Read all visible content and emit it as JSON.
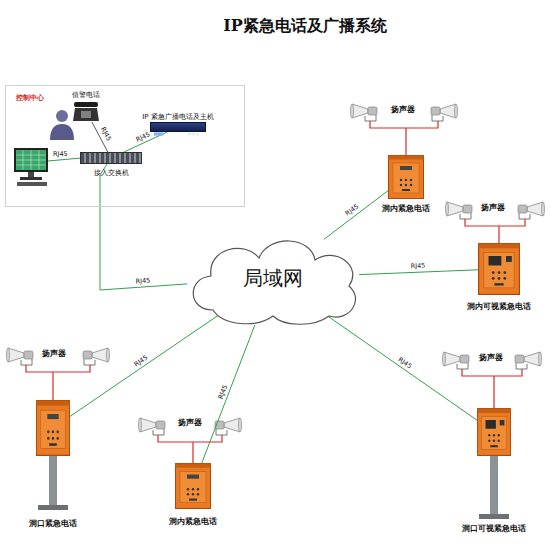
{
  "diagram": {
    "title": "IP紧急电话及广播系统",
    "nodes": [
      {
        "text": [
          "控制中心"
        ]
      },
      {
        "text": [
          "值警电话"
        ],
        "in": 0
      },
      {
        "text": [
          "IP 紧急广播电话及主机"
        ],
        "in": 0
      },
      {
        "text": [
          "接入交换机"
        ],
        "in": 0
      },
      {
        "text": [
          "局域网"
        ]
      },
      {
        "text": [
          "洞内紧急电话"
        ]
      },
      {
        "text": [
          "洞内可视紧急电话"
        ]
      },
      {
        "text": [
          "洞口紧急电话"
        ]
      },
      {
        "text": [
          "洞内紧急电话"
        ]
      },
      {
        "text": [
          "洞口可视紧急电话"
        ]
      }
    ],
    "edges": [
      {
        "from": 1,
        "to": 3,
        "label": "RJ45",
        "arrow": "none"
      },
      {
        "from": 2,
        "to": 3,
        "label": "RJ45",
        "arrow": "none"
      },
      {
        "from": 3,
        "to": 4,
        "label": "RJ45",
        "arrow": "none"
      },
      {
        "from": 4,
        "to": 5,
        "label": "RJ45",
        "arrow": "none"
      },
      {
        "from": 4,
        "to": 6,
        "label": "RJ45",
        "arrow": "none"
      },
      {
        "from": 4,
        "to": 7,
        "label": "RJ45",
        "arrow": "none"
      },
      {
        "from": 4,
        "to": 8,
        "label": "RJ45",
        "arrow": "none"
      },
      {
        "from": 4,
        "to": 9,
        "label": "RJ45",
        "arrow": "none"
      }
    ],
    "labels": [
      "扬声器",
      "扬声器",
      "扬声器",
      "扬声器",
      "扬声器",
      "RJ45"
    ]
  }
}
